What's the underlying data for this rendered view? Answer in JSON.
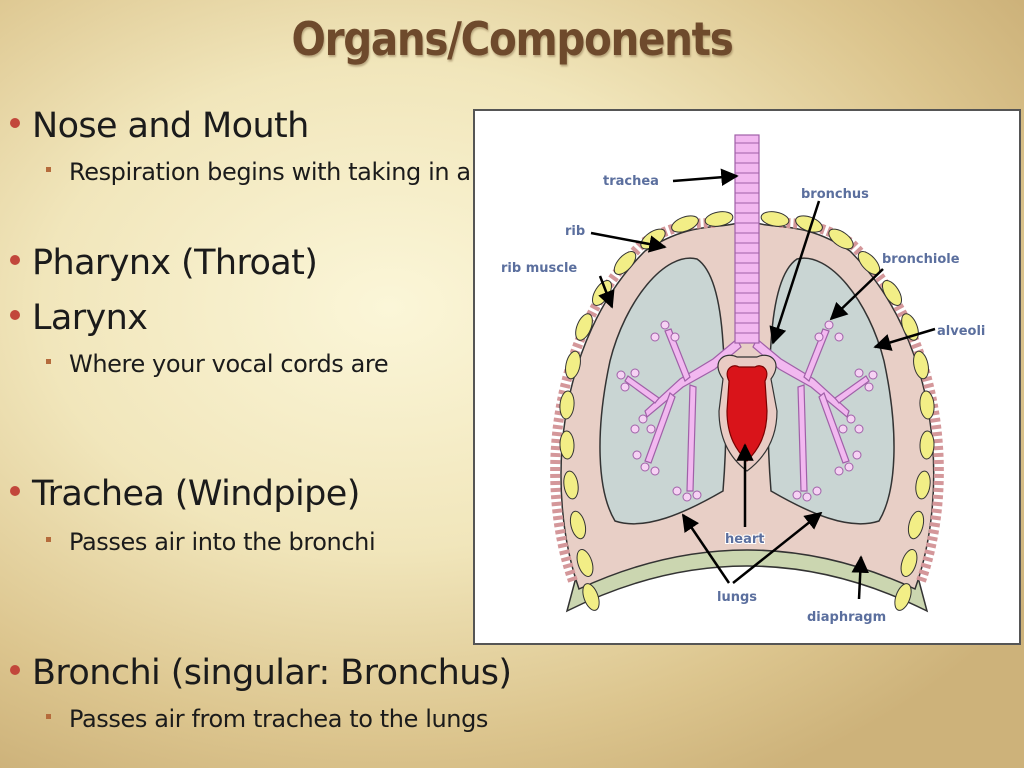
{
  "slide": {
    "title": "Organs/Components",
    "bullets": [
      {
        "text": "Nose and Mouth",
        "sub": "Respiration begins with taking in air"
      },
      {
        "text": "Pharynx (Throat)"
      },
      {
        "text": "Larynx",
        "sub": "Where your vocal cords are"
      },
      {
        "text": "Trachea (Windpipe)",
        "sub": "Passes air into the bronchi"
      },
      {
        "text": "Bronchi (singular: Bronchus)",
        "sub": "Passes air from trachea to the lungs"
      }
    ]
  },
  "diagram": {
    "labels": {
      "trachea": "trachea",
      "bronchus": "bronchus",
      "rib": "rib",
      "rib_muscle": "rib muscle",
      "bronchiole": "bronchiole",
      "alveoli": "alveoli",
      "heart": "heart",
      "lungs": "lungs",
      "diaphragm": "diaphragm"
    }
  },
  "colors": {
    "title": "#6e4a2c",
    "bullet_dot": "#c2473b",
    "sub_marker": "#b56b3c",
    "label": "#5b6f9e",
    "heart": "#d9141a",
    "bronchi": "#f2b8f0",
    "lung": "#c9d5d3",
    "chest_wall": "#e8cfc6",
    "rib": "#f2ee86",
    "diaphragm": "#cbd6b0"
  }
}
